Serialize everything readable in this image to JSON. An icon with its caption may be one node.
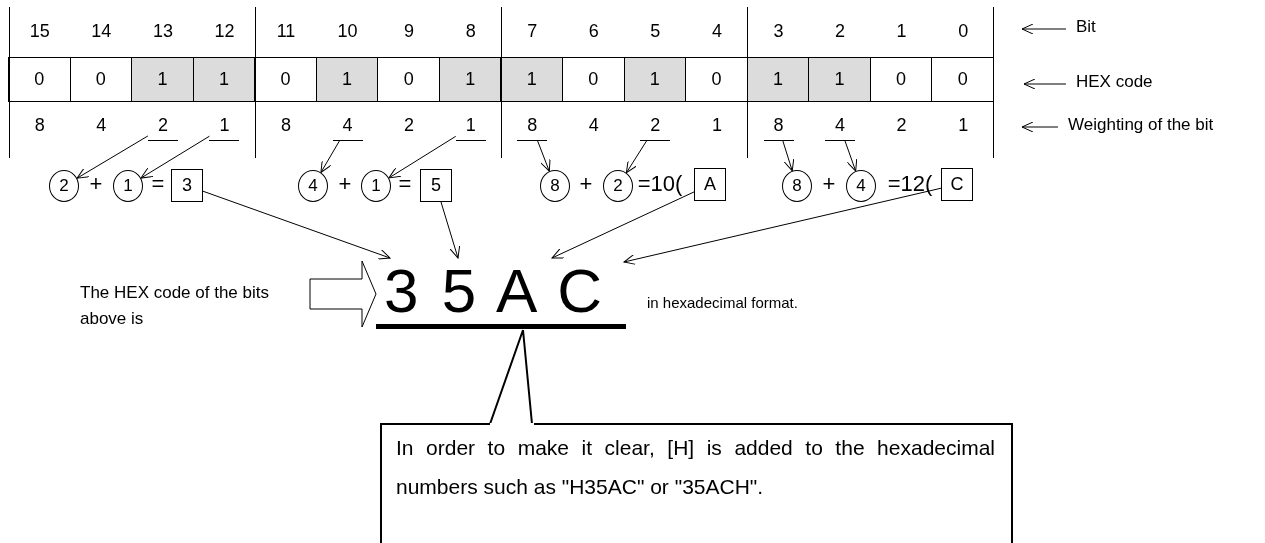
{
  "diagram": {
    "nodes": [
      {
        "text": [
          "Bit"
        ]
      },
      {
        "text": [
          "HEX code"
        ]
      },
      {
        "text": [
          "2"
        ]
      },
      {
        "text": [
          "1"
        ]
      },
      {
        "text": [
          "4"
        ]
      },
      {
        "text": [
          "1"
        ]
      },
      {
        "text": [
          "8"
        ]
      },
      {
        "text": [
          "2"
        ]
      },
      {
        "text": [
          "8"
        ]
      },
      {
        "text": [
          "4"
        ]
      },
      {
        "text": [
          "Weighting of the bit"
        ]
      },
      {
        "text": [
          "2"
        ]
      },
      {
        "text": [
          "1"
        ]
      },
      {
        "text": [
          "3"
        ]
      },
      {
        "text": [
          "4"
        ]
      },
      {
        "text": [
          "1"
        ]
      },
      {
        "text": [
          "5"
        ]
      },
      {
        "text": [
          "8"
        ]
      },
      {
        "text": [
          "2"
        ]
      },
      {
        "text": [
          "A"
        ]
      },
      {
        "text": [
          "8"
        ]
      },
      {
        "text": [
          "4"
        ]
      },
      {
        "text": [
          "C"
        ]
      },
      {
        "text": [
          "The HEX code of the bits above is"
        ]
      },
      {
        "text": [
          "3 5 A C"
        ]
      },
      {
        "text": [
          "In order to make it clear, [H] is added to the hexadecimal numbers such as \"H35AC\" or \"35ACH\"."
        ]
      }
    ],
    "edges": [
      {
        "from": 0,
        "to": null,
        "arrow": "to"
      },
      {
        "from": 1,
        "to": null,
        "arrow": "to"
      },
      {
        "from": 10,
        "to": null,
        "arrow": "to"
      },
      {
        "from": 2,
        "to": 11,
        "arrow": "to"
      },
      {
        "from": 3,
        "to": 12,
        "arrow": "to"
      },
      {
        "from": 4,
        "to": 14,
        "arrow": "to"
      },
      {
        "from": 5,
        "to": 15,
        "arrow": "to"
      },
      {
        "from": 6,
        "to": 17,
        "arrow": "to"
      },
      {
        "from": 7,
        "to": 18,
        "arrow": "to"
      },
      {
        "from": 8,
        "to": 20,
        "arrow": "to"
      },
      {
        "from": 9,
        "to": 21,
        "arrow": "to"
      },
      {
        "from": 13,
        "to": 24,
        "arrow": "to"
      },
      {
        "from": 16,
        "to": 24,
        "arrow": "to"
      },
      {
        "from": 19,
        "to": 24,
        "arrow": "to"
      },
      {
        "from": 22,
        "to": 24,
        "arrow": "to"
      },
      {
        "from": 23,
        "to": 24,
        "arrow": "to",
        "style": "thick"
      },
      {
        "from": 25,
        "to": 24,
        "arrow": "none"
      }
    ],
    "labels": [
      "15",
      "14",
      "13",
      "12",
      "11",
      "10",
      "9",
      "8",
      "7",
      "6",
      "5",
      "4",
      "3",
      "2",
      "1",
      "0",
      "0",
      "0",
      "1",
      "1",
      "0",
      "1",
      "0",
      "1",
      "1",
      "0",
      "1",
      "0",
      "1",
      "1",
      "0",
      "0",
      "8",
      "4",
      "8",
      "2",
      "4",
      "1",
      "2",
      "1",
      "+",
      "=",
      "+",
      "=",
      "+",
      "=10(",
      "+",
      "=12(",
      "in hexadecimal format."
    ]
  }
}
